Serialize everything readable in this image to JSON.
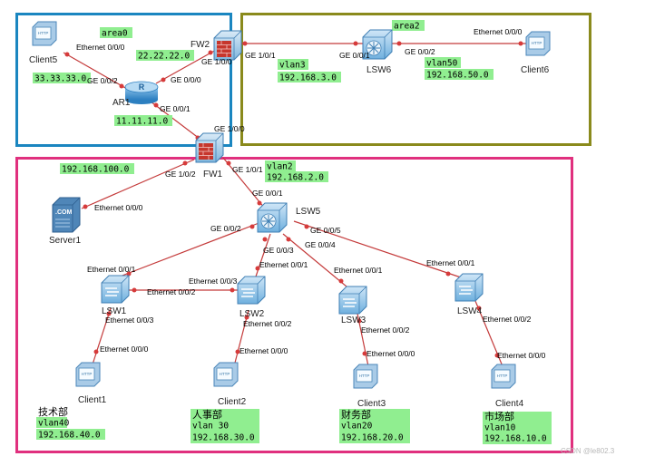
{
  "areas": {
    "area0_label": "area0",
    "area2_label": "area2",
    "area0_color": "#1a86c0",
    "area2_color": "#8a8a1c",
    "lan_color": "#e0307e"
  },
  "devices": {
    "client5": "Client5",
    "fw2": "FW2",
    "ar1": "AR1",
    "fw1": "FW1",
    "lsw6": "LSW6",
    "client6": "Client6",
    "server1": "Server1",
    "lsw5": "LSW5",
    "lsw1": "LSW1",
    "lsw2": "LSW2",
    "lsw3": "LSW3",
    "lsw4": "LSW4",
    "client1": "Client1",
    "client2": "Client2",
    "client3": "Client3",
    "client4": "Client4",
    "server_badge": ".COM"
  },
  "ports": {
    "client5_eth": "Ethernet 0/0/0",
    "ar1_g002": "GE 0/0/2",
    "ar1_g000": "GE 0/0/0",
    "ar1_g001": "GE 0/0/1",
    "fw2_g100": "GE 1/0/0",
    "fw2_g101": "GE 1/0/1",
    "lsw6_g001": "GE 0/0/1",
    "lsw6_g002": "GE 0/0/2",
    "client6_eth": "Ethernet 0/0/0",
    "fw1_g100": "GE 1/0/0",
    "fw1_g102": "GE 1/0/2",
    "fw1_g101": "GE 1/0/1",
    "server1_eth": "Ethernet 0/0/0",
    "lsw5_g001": "GE 0/0/1",
    "lsw5_g002": "GE 0/0/2",
    "lsw5_g003": "GE 0/0/3",
    "lsw5_g004": "GE 0/0/4",
    "lsw5_g005": "GE 0/0/5",
    "lsw1_e001": "Ethernet 0/0/1",
    "lsw1_e002": "Ethernet 0/0/2",
    "lsw1_e003": "Ethernet 0/0/3",
    "lsw2_e003": "Ethernet 0/0/3",
    "lsw2_e001": "Ethernet 0/0/1",
    "lsw2_e002": "Ethernet 0/0/2",
    "lsw3_e001": "Ethernet 0/0/1",
    "lsw3_e002": "Ethernet 0/0/2",
    "lsw4_e001": "Ethernet 0/0/1",
    "lsw4_e002": "Ethernet 0/0/2",
    "client1_eth": "Ethernet 0/0/0",
    "client2_eth": "Ethernet 0/0/0",
    "client3_eth": "Ethernet 0/0/0",
    "client4_eth": "Ethernet 0/0/0"
  },
  "tags": {
    "t_33": "33.33.33.0",
    "t_22": "22.22.22.0",
    "t_11": "11.11.11.0",
    "vlan3": "vlan3",
    "net_3": "192.168.3.0",
    "vlan50": "vlan50",
    "net_50": "192.168.50.0",
    "net_100": "192.168.100.0",
    "vlan2": "vlan2",
    "net_2": "192.168.2.0"
  },
  "departments": [
    {
      "name": "技术部",
      "vlan": "vlan40",
      "net": "192.168.40.0"
    },
    {
      "name": "人事部",
      "vlan": "vlan 30",
      "net": "192.168.30.0"
    },
    {
      "name": "财务部",
      "vlan": "vlan20",
      "net": "192.168.20.0"
    },
    {
      "name": "市场部",
      "vlan": "vlan10",
      "net": "192.168.10.0"
    }
  ],
  "watermark": "CSDN @le802.3"
}
